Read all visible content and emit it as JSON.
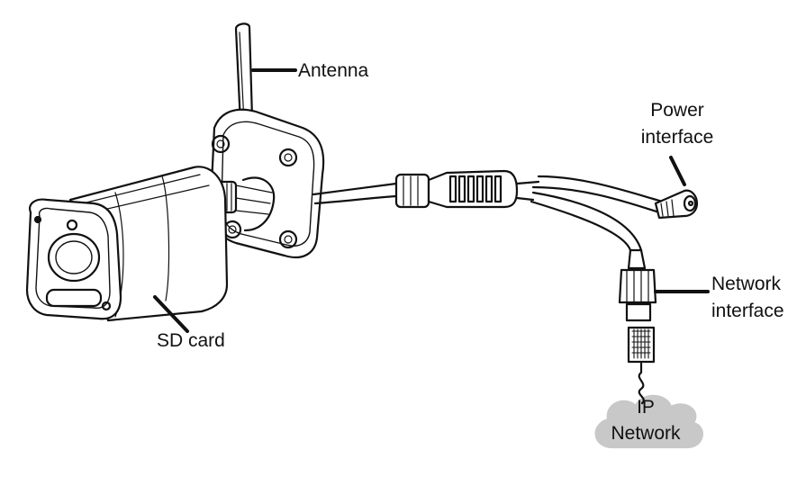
{
  "labels": {
    "antenna": "Antenna",
    "power_line1": "Power",
    "power_line2": "interface",
    "network_line1": "Network",
    "network_line2": "interface",
    "sd_card": "SD card",
    "ip_line1": "IP",
    "ip_line2": "Network"
  },
  "colors": {
    "stroke": "#111111",
    "cloud_fill": "#c8c8c8",
    "background": "#ffffff"
  }
}
